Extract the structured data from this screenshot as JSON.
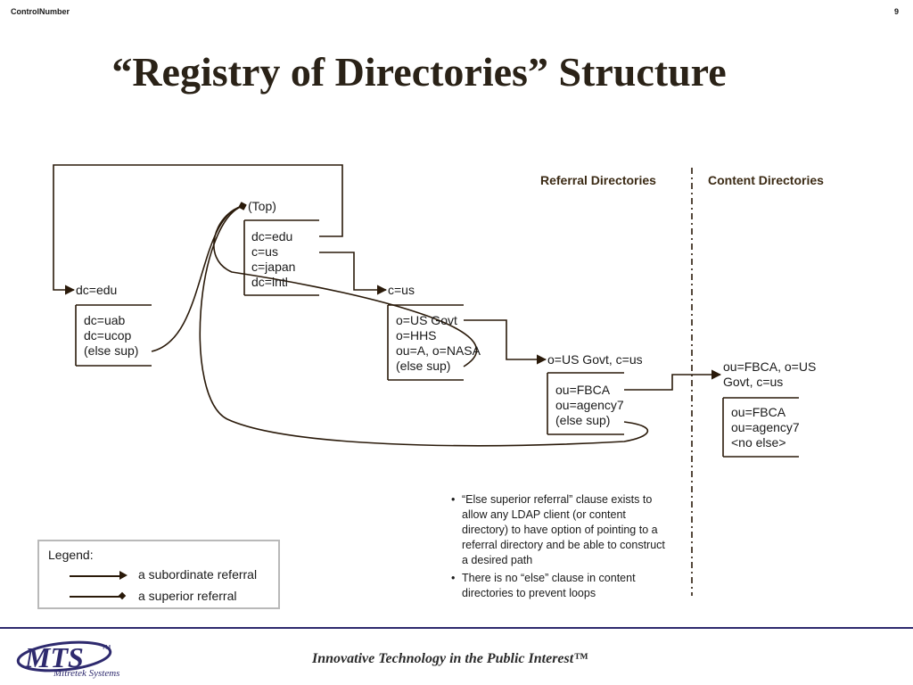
{
  "header": {
    "control_number": "ControlNumber",
    "page_number": "9"
  },
  "title": "“Registry of Directories” Structure",
  "columns": {
    "referral": "Referral Directories",
    "content": "Content Directories"
  },
  "nodes": {
    "top_label": "(Top)",
    "top_entries": [
      "dc=edu",
      "c=us",
      "c=japan",
      "dc=intl"
    ],
    "dcedu_label": "dc=edu",
    "dcedu_entries": [
      "dc=uab",
      "dc=ucop",
      "(else sup)"
    ],
    "cus_label": "c=us",
    "cus_entries": [
      "o=US Govt",
      "o=HHS",
      "ou=A, o=NASA",
      "(else sup)"
    ],
    "usgovt_label": "o=US Govt, c=us",
    "usgovt_entries": [
      "ou=FBCA",
      "ou=agency7",
      "(else sup)"
    ],
    "fbca_label_line1": "ou=FBCA, o=US",
    "fbca_label_line2": "Govt, c=us",
    "fbca_entries": [
      "ou=FBCA",
      "ou=agency7",
      "<no else>"
    ]
  },
  "notes": [
    "“Else superior referral” clause exists to allow any LDAP client (or content directory) to have option of pointing to a referral directory and be able to construct a desired path",
    "There is no “else” clause in content directories to prevent loops"
  ],
  "legend": {
    "title": "Legend:",
    "subordinate": "a subordinate referral",
    "superior": "a superior referral"
  },
  "footer": {
    "logo_text": "MTS",
    "logo_tm": "TM",
    "logo_subtitle": "Mitretek Systems",
    "tagline": "Innovative Technology in the Public Interest™"
  },
  "colors": {
    "line": "#2a1a0a",
    "title": "#2a2217",
    "footer_rule": "#2e2a6e",
    "logo": "#2e2a6e"
  }
}
